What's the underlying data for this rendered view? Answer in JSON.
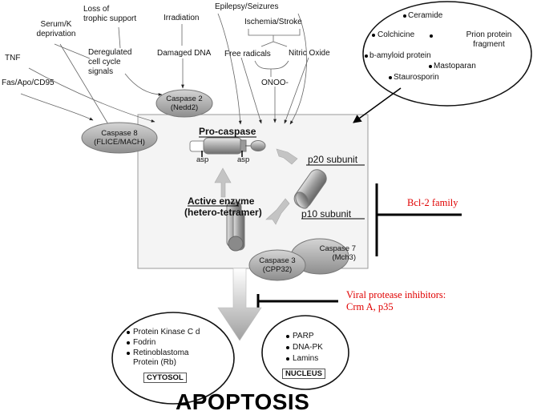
{
  "inducers": {
    "tnf": "TNF",
    "fas": "Fas/Apo/CD95",
    "serum": [
      "Serum/K",
      "deprivation"
    ],
    "loss": [
      "Loss of",
      "trophic support"
    ],
    "irradiation": "Irradiation",
    "epilepsy": "Epilepsy/Seizures",
    "ischemia": "Ischemia/Stroke",
    "deregulated": [
      "Deregulated",
      "cell cycle",
      "signals"
    ],
    "damaged_dna": "Damaged DNA",
    "free_radicals": "Free radicals",
    "nitric_oxide": "Nitric Oxide",
    "onoo": "ONOO-"
  },
  "drugs": {
    "items": [
      "Ceramide",
      "Colchicine",
      "b-amyloid protein",
      "Mastoparan",
      "Staurosporin"
    ],
    "prion": [
      "Prion protein",
      "fragment"
    ]
  },
  "caspases": {
    "caspase2": [
      "Caspase 2",
      "(Nedd2)"
    ],
    "caspase8": [
      "Caspase 8",
      "(FLICE/MACH)"
    ],
    "caspase3": [
      "Caspase 3",
      "(CPP32)"
    ],
    "caspase7": [
      "Caspase 7",
      "(Mch3)"
    ]
  },
  "cell": {
    "pro_caspase": "Pro-caspase",
    "asp": "asp",
    "p20": "p20 subunit",
    "p10": "p10 subunit",
    "active_enzyme": "Active enzyme",
    "hetero": "(hetero-tetramer)"
  },
  "inhibitors": {
    "bcl2": "Bcl-2 family",
    "viral": [
      "Viral protease inhibitors:",
      "Crm A, p35"
    ]
  },
  "cytosol": {
    "items": [
      "Protein Kinase C d",
      "Fodrin",
      "Retinoblastoma",
      "Protein (Rb)"
    ],
    "label": "CYTOSOL"
  },
  "nucleus": {
    "items": [
      "PARP",
      "DNA-PK",
      "Lamins"
    ],
    "label": "NUCLEUS"
  },
  "title": "APOPTOSIS",
  "colors": {
    "inhibitor_text": "#e00000",
    "cell_fill": "#f4f4f4",
    "caspase_fill": "#b4b4b4"
  }
}
